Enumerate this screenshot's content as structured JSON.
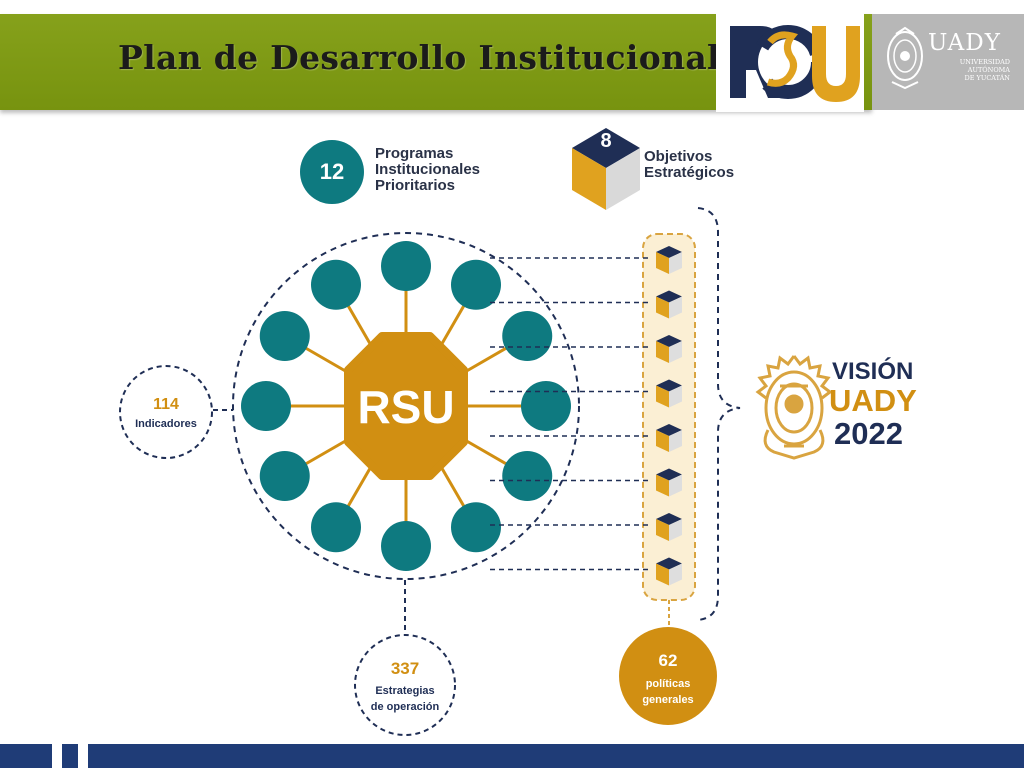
{
  "header": {
    "title": "Plan de Desarrollo Institucional",
    "rsu_logo_text": "RSU",
    "uady_name": "UADY",
    "uady_subtitle": [
      "UNIVERSIDAD",
      "AUTÓNOMA",
      "DE YUCATÁN"
    ]
  },
  "colors": {
    "header_green": "#7c9814",
    "teal": "#0e7a80",
    "gold": "#d18f12",
    "navy": "#1f2e55",
    "uady_gray": "#b7b7b7",
    "footer_blue": "#1f3c77"
  },
  "programas": {
    "count": "12",
    "label_lines": [
      "Programas",
      "Institucionales",
      "Prioritarios"
    ]
  },
  "objetivos": {
    "count": "8",
    "label_lines": [
      "Objetivos",
      "Estratégicos"
    ],
    "cube_count": 8
  },
  "hub": {
    "label": "RSU",
    "satellite_count": 12
  },
  "indicadores": {
    "count": "114",
    "label": "Indicadores"
  },
  "estrategias": {
    "count": "337",
    "label_lines": [
      "Estrategias",
      "de operación"
    ]
  },
  "politicas": {
    "count": "62",
    "label_lines": [
      "políticas",
      "generales"
    ]
  },
  "vision": {
    "line1": "VISIÓN",
    "line2": "UADY",
    "line3": "2022"
  }
}
